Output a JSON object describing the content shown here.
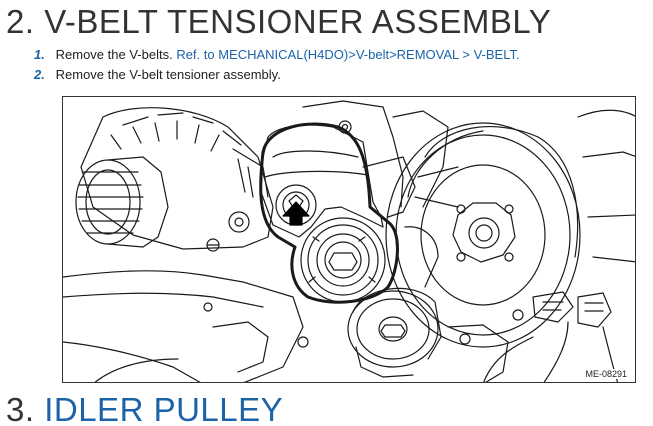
{
  "sections": {
    "current": {
      "number": "2.",
      "title": "V-BELT TENSIONER ASSEMBLY"
    },
    "next": {
      "number": "3.",
      "title": "IDLER PULLEY"
    }
  },
  "steps": [
    {
      "number": "1.",
      "text": "Remove the V-belts.",
      "link": "Ref. to MECHANICAL(H4DO)>V-belt>REMOVAL > V-BELT."
    },
    {
      "number": "2.",
      "text": "Remove the V-belt tensioner assembly.",
      "link": ""
    }
  ],
  "figure": {
    "code": "ME-08291"
  },
  "colors": {
    "link": "#1b63a8",
    "heading": "#333333",
    "text": "#222222"
  }
}
